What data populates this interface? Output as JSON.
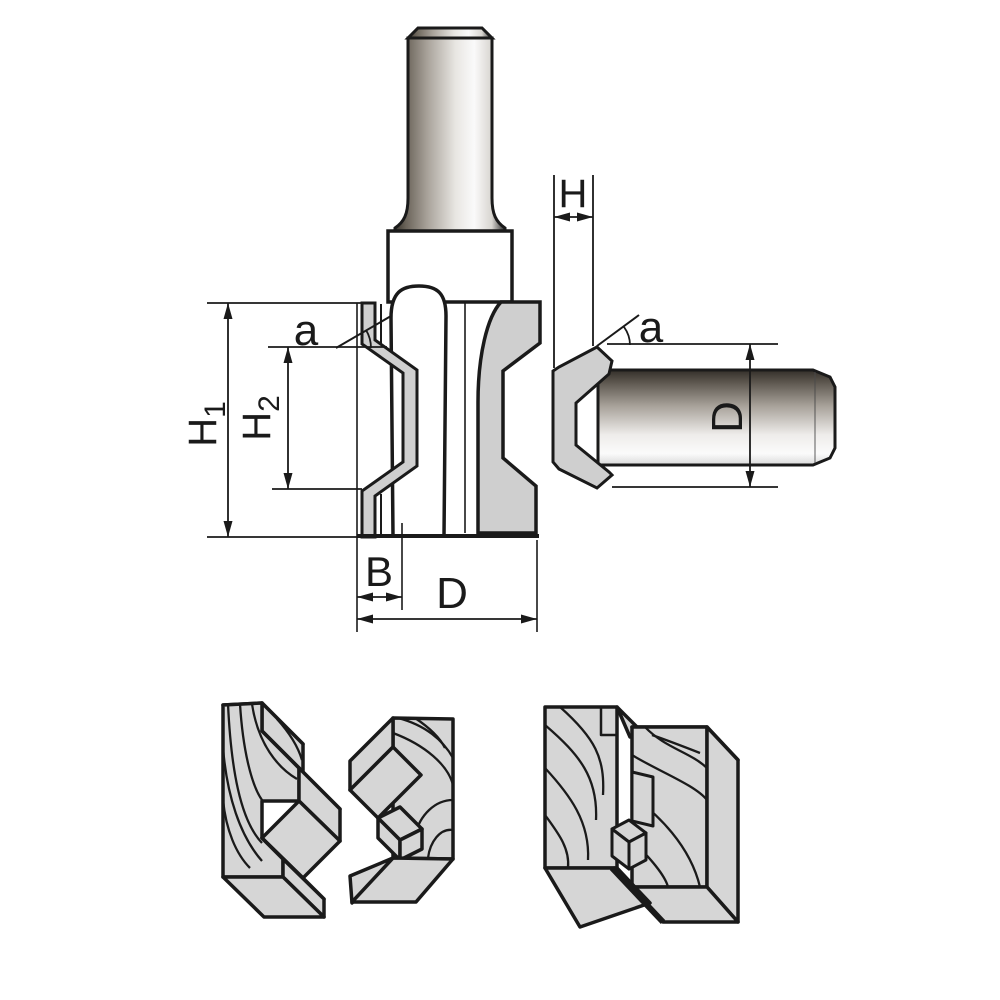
{
  "page": {
    "background": "#ffffff"
  },
  "diagram": {
    "type": "technical-drawing",
    "subject": "Tongue-and-groove (wedge joint) router bit: front view, side view with dimension callouts, and three wood joint illustrations",
    "labels": {
      "h1_main": "H",
      "h1_sub": "1",
      "h2_main": "H",
      "h2_sub": "2",
      "angle_front": "a",
      "b_width": "B",
      "d_front": "D",
      "h_side": "H",
      "angle_side": "a",
      "d_side": "D"
    },
    "colors": {
      "outline": "#1a1a1a",
      "cutter_fill": "#cfcfcf",
      "wood_fill": "#d6d6d6",
      "metal_dark": "#38342e",
      "metal_light": "#fafafa",
      "background": "#ffffff"
    },
    "views": {
      "front": {
        "dimension_labels": [
          "H1",
          "H2",
          "a",
          "B",
          "D"
        ]
      },
      "side": {
        "dimension_labels": [
          "H",
          "a",
          "D"
        ]
      },
      "illustrations": [
        "tongue piece",
        "groove piece",
        "assembled corner joint"
      ]
    }
  }
}
